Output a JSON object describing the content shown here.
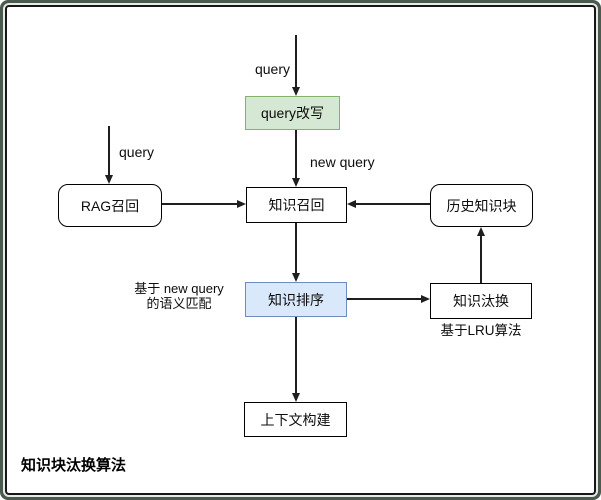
{
  "frame": {
    "outer_color": "#4a5a4e",
    "panel_border_color": "#161616",
    "panel_background": "#ffffff"
  },
  "diagram": {
    "title": "知识块汰换算法",
    "nodes": {
      "query_rewrite": {
        "label": "query改写",
        "fill": "#d5e8d4",
        "stroke": "#82b366"
      },
      "rag_recall": {
        "label": "RAG召回",
        "fill": "#ffffff",
        "stroke": "#000000"
      },
      "knowledge_recall": {
        "label": "知识召回",
        "fill": "#ffffff",
        "stroke": "#000000"
      },
      "history_knowledge_chunks": {
        "label": "历史知识块",
        "fill": "#ffffff",
        "stroke": "#000000"
      },
      "knowledge_ranking": {
        "label": "知识排序",
        "fill": "#dae8fc",
        "stroke": "#6c8ebf"
      },
      "knowledge_eviction": {
        "label": "知识汰换",
        "fill": "#ffffff",
        "stroke": "#000000"
      },
      "context_building": {
        "label": "上下文构建",
        "fill": "#ffffff",
        "stroke": "#000000"
      }
    },
    "edge_labels": {
      "query_to_rewrite": "query",
      "query_to_rag": "query",
      "new_query": "new query"
    },
    "annotations": {
      "ranking_note_line1": "基于 new query",
      "ranking_note_line2": "的语义匹配",
      "eviction_note": "基于LRU算法"
    }
  }
}
